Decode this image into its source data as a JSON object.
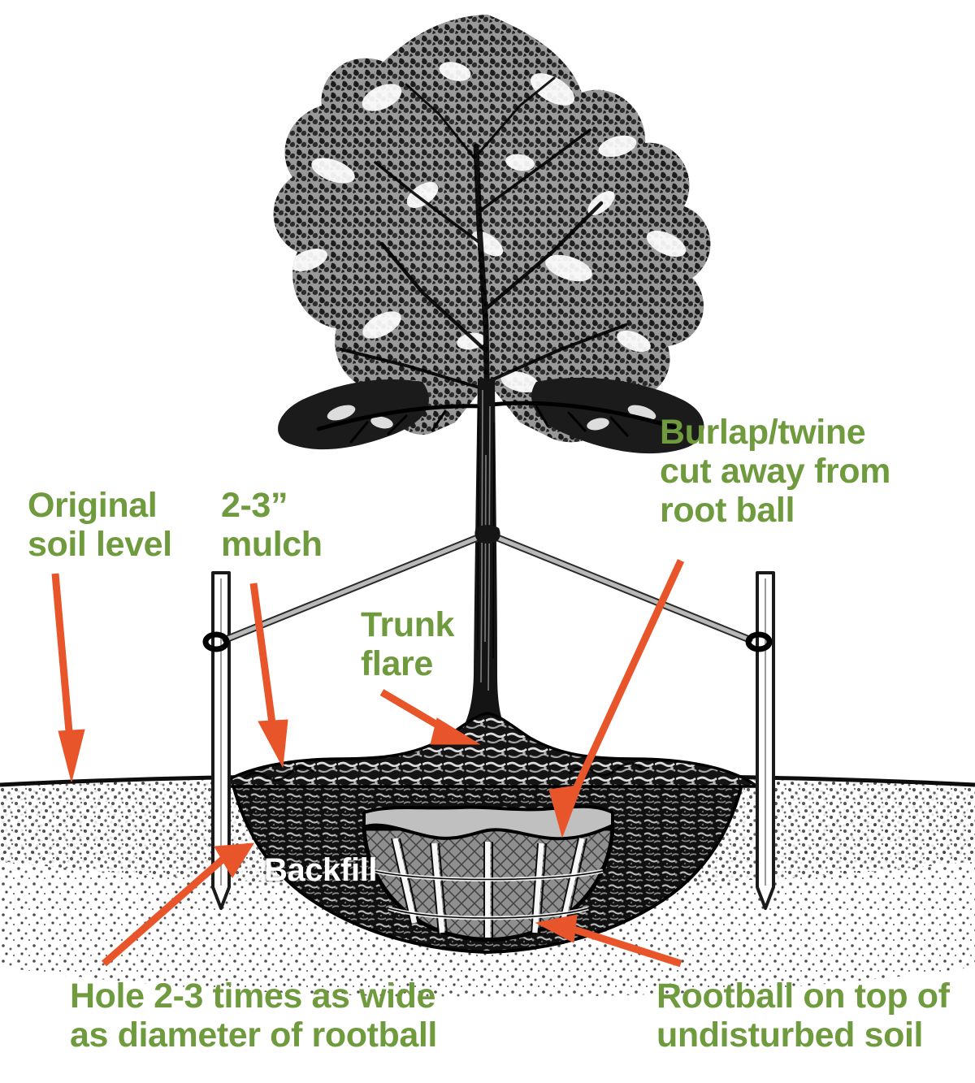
{
  "diagram": {
    "title": "Tree planting cross-section diagram",
    "subject": "balled-and-burlapped tree planted in prepared hole with stakes and guy wires",
    "colors": {
      "label_green": "#6F9B3E",
      "arrow_orange": "#E8552A",
      "backfill_label": "#FFFFFF",
      "background": "#FFFFFF",
      "line_art": "#1A1A1A",
      "soil_gray": "#9A9A9A",
      "rootball_gray": "#B4B4B4"
    },
    "labels": {
      "original_soil_level": "Original\nsoil level",
      "mulch": "2-3”\nmulch",
      "burlap_twine": "Burlap/twine\ncut away from\nroot ball",
      "trunk_flare": "Trunk\nflare",
      "backfill": "Backfill",
      "hole_width": "Hole 2-3 times as wide\nas diameter of rootball",
      "rootball_undisturbed": "Rootball on top of\nundisturbed soil"
    },
    "callouts": [
      {
        "name": "original-soil-level",
        "target": "grade line at left, outside the hole",
        "direction": "down"
      },
      {
        "name": "mulch",
        "target": "mulch ring above backfill",
        "direction": "down"
      },
      {
        "name": "trunk-flare",
        "target": "flared base of trunk at soil surface",
        "direction": "down-right"
      },
      {
        "name": "burlap-twine",
        "target": "top of root ball where burlap is folded back",
        "direction": "down-left"
      },
      {
        "name": "backfill",
        "target": "loose backfill soil in left side of hole",
        "direction": "up-right"
      },
      {
        "name": "rootball-undisturbed",
        "target": "base of root ball resting on undug soil",
        "direction": "up-left"
      }
    ],
    "parts": [
      {
        "name": "canopy",
        "description": "deciduous tree crown rendered as black line-art foliage"
      },
      {
        "name": "trunk",
        "description": "single straight trunk widening into a flare at the base"
      },
      {
        "name": "stake-left",
        "description": "white vertical stake driven below grade, pointed tip"
      },
      {
        "name": "stake-right",
        "description": "white vertical stake driven below grade, pointed tip"
      },
      {
        "name": "guy-wire-left",
        "description": "gray guy wire from trunk collar to left stake eye"
      },
      {
        "name": "guy-wire-right",
        "description": "gray guy wire from trunk collar to right stake eye"
      },
      {
        "name": "mulch-layer",
        "description": "dark coarse mulch mounded over the planting area"
      },
      {
        "name": "backfill-soil",
        "description": "dark loose soil filling the hole around the root ball"
      },
      {
        "name": "root-ball",
        "description": "gray root ball wrapped in burlap with twine lines"
      },
      {
        "name": "undisturbed-soil",
        "description": "stippled gray native soil beneath and around the hole"
      }
    ]
  }
}
